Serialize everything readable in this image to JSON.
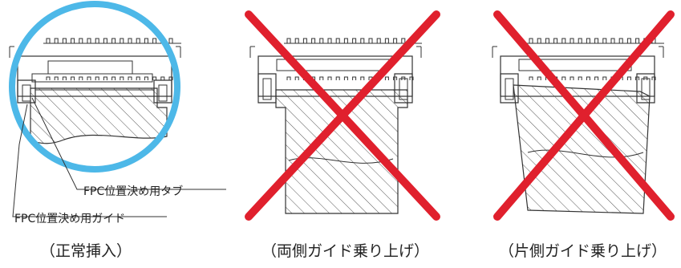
{
  "callouts": {
    "tab_label": "FPC位置決め用タブ",
    "guide_label": "FPC位置決め用ガイド"
  },
  "panels": [
    {
      "caption": "（正常挿入）",
      "status": "ok"
    },
    {
      "caption": "（両側ガイド乗り上げ）",
      "status": "ng"
    },
    {
      "caption": "（片側ガイド乗り上げ）",
      "status": "ng"
    }
  ],
  "colors": {
    "ok_circle": "#4db8e8",
    "ng_cross": "#e0202d",
    "line": "#333333"
  }
}
